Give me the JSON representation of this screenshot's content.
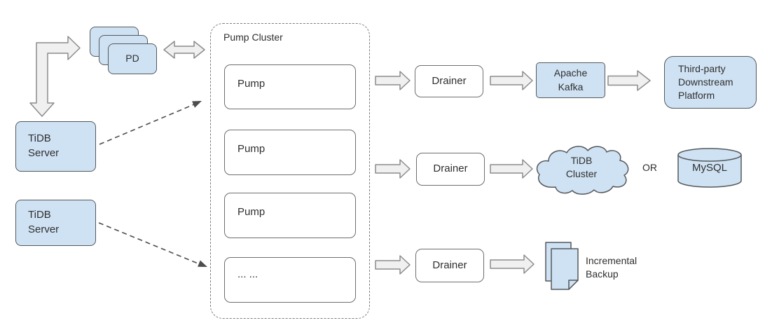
{
  "colors": {
    "node_fill": "#cfe2f3",
    "node_border": "#54585c",
    "plain_fill": "#ffffff",
    "plain_border": "#6e6e6e",
    "arrow_fill": "#f0f0f0",
    "arrow_border": "#8c8c8c",
    "dashed_line": "#4d4d4d",
    "container_border": "#7d7d7d",
    "text": "#2f2f2f"
  },
  "nodes": {
    "pd": "PD",
    "tidb_server_top": "TiDB\nServer",
    "tidb_server_bottom": "TiDB\nServer",
    "pump_cluster_title": "Pump Cluster",
    "pump_1": "Pump",
    "pump_2": "Pump",
    "pump_3": "Pump",
    "pump_more": "... ...",
    "drainer_1": "Drainer",
    "drainer_2": "Drainer",
    "drainer_3": "Drainer",
    "apache_kafka": "Apache\nKafka",
    "third_party_platform": "Third-party\nDownstream\nPlatform",
    "tidb_cluster": "TiDB\nCluster",
    "or": "OR",
    "mysql": "MySQL",
    "incremental_backup": "Incremental\nBackup"
  }
}
